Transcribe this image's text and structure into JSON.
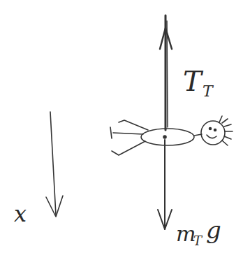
{
  "diagram": {
    "labels": [
      "T",
      "T",
      "m",
      "T",
      "g",
      "x"
    ]
  }
}
